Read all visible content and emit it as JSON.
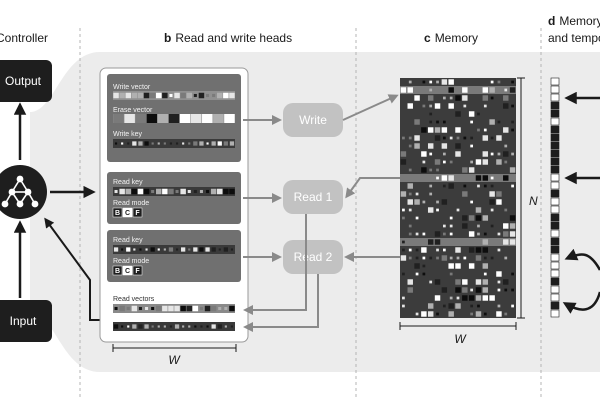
{
  "sections": {
    "controller": {
      "letter": "",
      "title": "Controller"
    },
    "heads": {
      "letter": "b",
      "title": "Read and write heads"
    },
    "memory": {
      "letter": "c",
      "title": "Memory"
    },
    "temporal": {
      "letter": "d",
      "title_line1": "Memory usage",
      "title_line2": "and temporal links"
    }
  },
  "controller": {
    "output_label": "Output",
    "input_label": "Input"
  },
  "heads": {
    "write_head": {
      "write_vector_label": "Write vector",
      "erase_vector_label": "Erase vector",
      "write_key_label": "Write key"
    },
    "read_head_1": {
      "read_key_label": "Read key",
      "read_mode_label": "Read mode"
    },
    "read_head_2": {
      "read_key_label": "Read key",
      "read_mode_label": "Read mode"
    },
    "read_modes": [
      "B",
      "C",
      "F"
    ],
    "read_vectors_label": "Read vectors",
    "width_label": "W"
  },
  "operations": {
    "write": "Write",
    "read1": "Read 1",
    "read2": "Read 2"
  },
  "memory": {
    "rows_label": "N",
    "width_label": "W"
  },
  "colors": {
    "dark_panel": "#6e6e6e",
    "pill": "#c2c2c2",
    "memory_bg": "#3c3c3c",
    "black_box": "#1e1e1e"
  }
}
